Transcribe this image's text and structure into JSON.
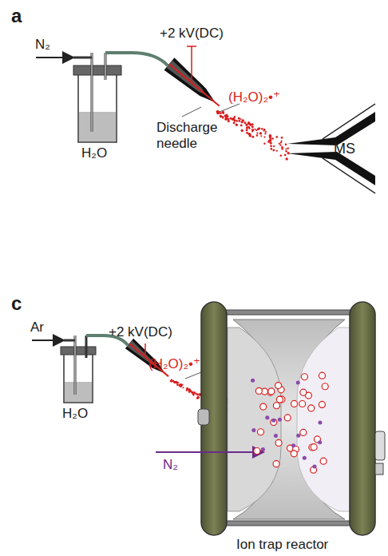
{
  "diagram": {
    "labels": [
      "a",
      "N₂",
      "+2 kV(DC)",
      "H₂O",
      "(H₂O)₂•⁺",
      "Discharge needle",
      "MS",
      "c",
      "Ar",
      "+2 kV(DC)",
      "H₂O",
      "(H₂O)₂•⁺",
      "N₂",
      "Ion trap reactor"
    ]
  }
}
